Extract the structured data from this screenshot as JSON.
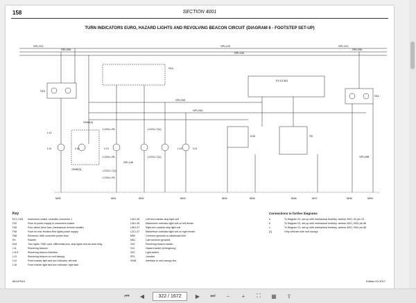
{
  "header": {
    "page_number": "158",
    "section": "SECTION 4001"
  },
  "diagram": {
    "title": "TURN INDICATORS EURO, HAZARD LIGHTS AND REVOLVING BEACON CIRCUIT (DIAGRAM 6 - FOOTSTEP SET-UP)",
    "bus_labels": [
      "SPL101",
      "SPL090",
      "SPL100",
      "SPL100",
      "SPL090",
      "SPL101"
    ],
    "labels": {
      "s10": "S10",
      "s12": "S12",
      "ec1": "EC1/CM1",
      "s11": "S11",
      "s9": "S9",
      "k44": "K44",
      "x548": "X548(3)",
      "x548b": "X548(3)",
      "spl093": "SPL093",
      "spl094": "SPL094",
      "spl098": "SPL098",
      "spl106": "SPL106",
      "l11": "L11",
      "l11b": "L11",
      "l16": "L16",
      "l13": "L13",
      "l14": "L14",
      "l21": "L21",
      "l194l": "L194-L/91",
      "l194b": "L194-L/91",
      "l224l": "L224-L7(1)",
      "l224b": "L224-L7(1)",
      "l224c": "L224-L7(1)",
      "l194c": "L194-L/91",
      "m50": "M50",
      "m51": "M51",
      "m52": "M52",
      "m53": "M53",
      "m54": "M54",
      "m55": "M55",
      "m56": "M56",
      "m57": "M57",
      "m58": "M58",
      "m59": "M59"
    }
  },
  "key": {
    "title": "Key",
    "col1": [
      {
        "code": "EC1 CM1",
        "text": "Instrument cluster controller connector 1"
      },
      {
        "code": "F42",
        "text": "Fuse of power supply to instrument cluster"
      },
      {
        "code": "F46",
        "text": "Four-wheel drive fuse (mechanical reverse shuttle)"
      },
      {
        "code": "F48",
        "text": "Fuse for rear fenders field lights power supply"
      },
      {
        "code": "F88",
        "text": "Electronic hitch controller power fuse"
      },
      {
        "code": "K9",
        "text": "Flasher"
      },
      {
        "code": "K44",
        "text": "Turn lights, FWD card, differential lock, stop lights and air seat relay"
      },
      {
        "code": "L11",
        "text": "Revolving beacon"
      },
      {
        "code": "L11/1",
        "text": "Revolving beacon interface"
      },
      {
        "code": "L13",
        "text": "Revolving beacon on roof canopy"
      },
      {
        "code": "L14",
        "text": "Front marker light and turn indicator, left side"
      },
      {
        "code": "L16",
        "text": "Front marker light and turn indicator, right side"
      }
    ],
    "col2": [
      {
        "code": "L35-L35",
        "text": "Left turn-marker-stop light unit"
      },
      {
        "code": "L35-L35",
        "text": "Marker/turn indicator light unit on left fender"
      },
      {
        "code": "L36-L37",
        "text": "Right turn-marker-stop light unit"
      },
      {
        "code": "L22-L37",
        "text": "Marker/turn indicator light unit on right fender"
      },
      {
        "code": "M50",
        "text": "Common grounds on dashboard line"
      },
      {
        "code": "M51",
        "text": "Cab common grounds"
      },
      {
        "code": "S10",
        "text": "Revolving beacon switch"
      },
      {
        "code": "S11",
        "text": "Hazard switch (emergency)"
      },
      {
        "code": "S12",
        "text": "Light switch"
      },
      {
        "code": "SPL",
        "text": "Junction"
      },
      {
        "code": "X548",
        "text": "Interface to roof canopy line"
      }
    ]
  },
  "connections": {
    "title": "Connections to further diagrams",
    "rows": [
      {
        "code": "a",
        "text": "To Diagram 02, set-up with mechanical footstep, section 4001, 52 pin 15"
      },
      {
        "code": "b",
        "text": "To Diagram 02, set-up with mechanical footstep, section 4001, KM1 pin 86"
      },
      {
        "code": "c",
        "text": "To Diagram 01, set-up with mechanical footstep, section 4001, KM1 pin 86"
      },
      {
        "code": "[1]",
        "text": "Only vehicles with roof canopy"
      }
    ]
  },
  "footer": {
    "code": "84247544",
    "edition": "Edition 03-2017"
  },
  "viewer": {
    "page_value": "322 / 1672"
  }
}
